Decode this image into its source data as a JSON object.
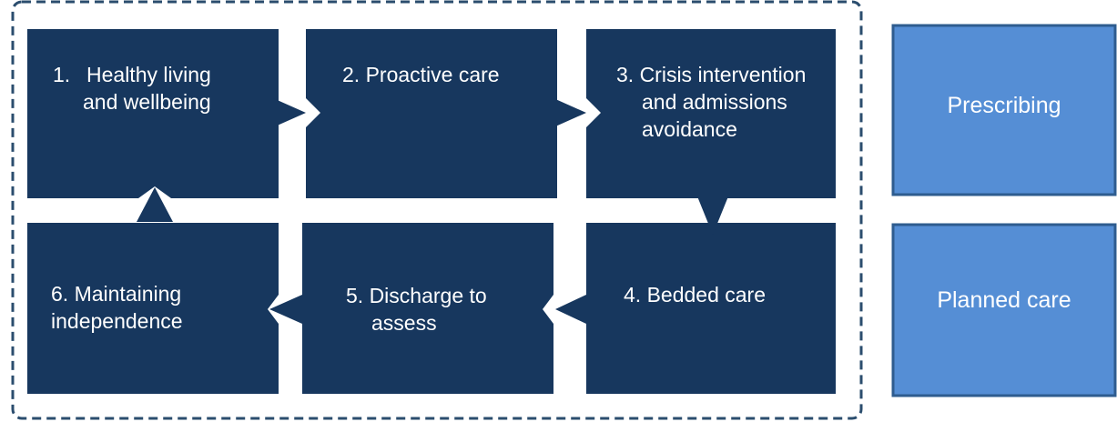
{
  "pathway": {
    "steps": [
      {
        "number": "1.",
        "lines": [
          "Healthy living",
          "and wellbeing"
        ]
      },
      {
        "number": "",
        "lines": [
          "2. Proactive care"
        ]
      },
      {
        "number": "",
        "lines": [
          "3. Crisis intervention",
          "and admissions",
          "avoidance"
        ]
      },
      {
        "number": "",
        "lines": [
          "4. Bedded  care"
        ]
      },
      {
        "number": "",
        "lines": [
          "5. Discharge to",
          "assess"
        ]
      },
      {
        "number": "",
        "lines": [
          "6. Maintaining",
          "independence"
        ]
      }
    ]
  },
  "side_boxes": [
    {
      "label": "Prescribing"
    },
    {
      "label": "Planned care"
    }
  ],
  "colors": {
    "step_fill": "#17375e",
    "side_fill": "#558ed5",
    "side_border": "#2e5c8f",
    "frame": "#2b4d6e",
    "text": "#ffffff"
  }
}
